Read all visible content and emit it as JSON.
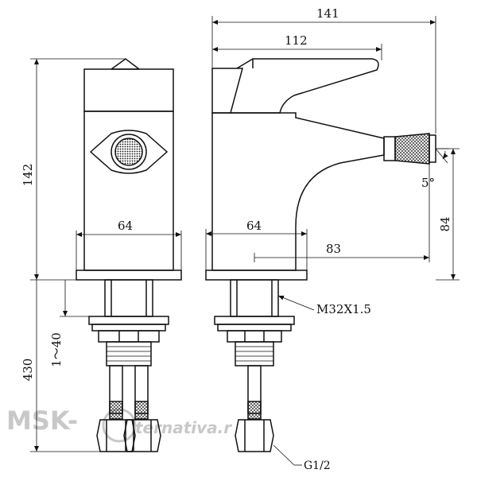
{
  "dimensions": {
    "overall_width": "141",
    "lever_width": "112",
    "front_height": "142",
    "front_body_width": "64",
    "side_body_width": "64",
    "spout_reach": "83",
    "spout_height": "84",
    "spout_angle": "5°",
    "mounting_height": "430",
    "deck_thickness": "1～40",
    "thread_size": "M32X1.5",
    "hose_connection": "G1/2"
  },
  "watermark": {
    "left": "MSK-",
    "right": "ternativa.r"
  }
}
